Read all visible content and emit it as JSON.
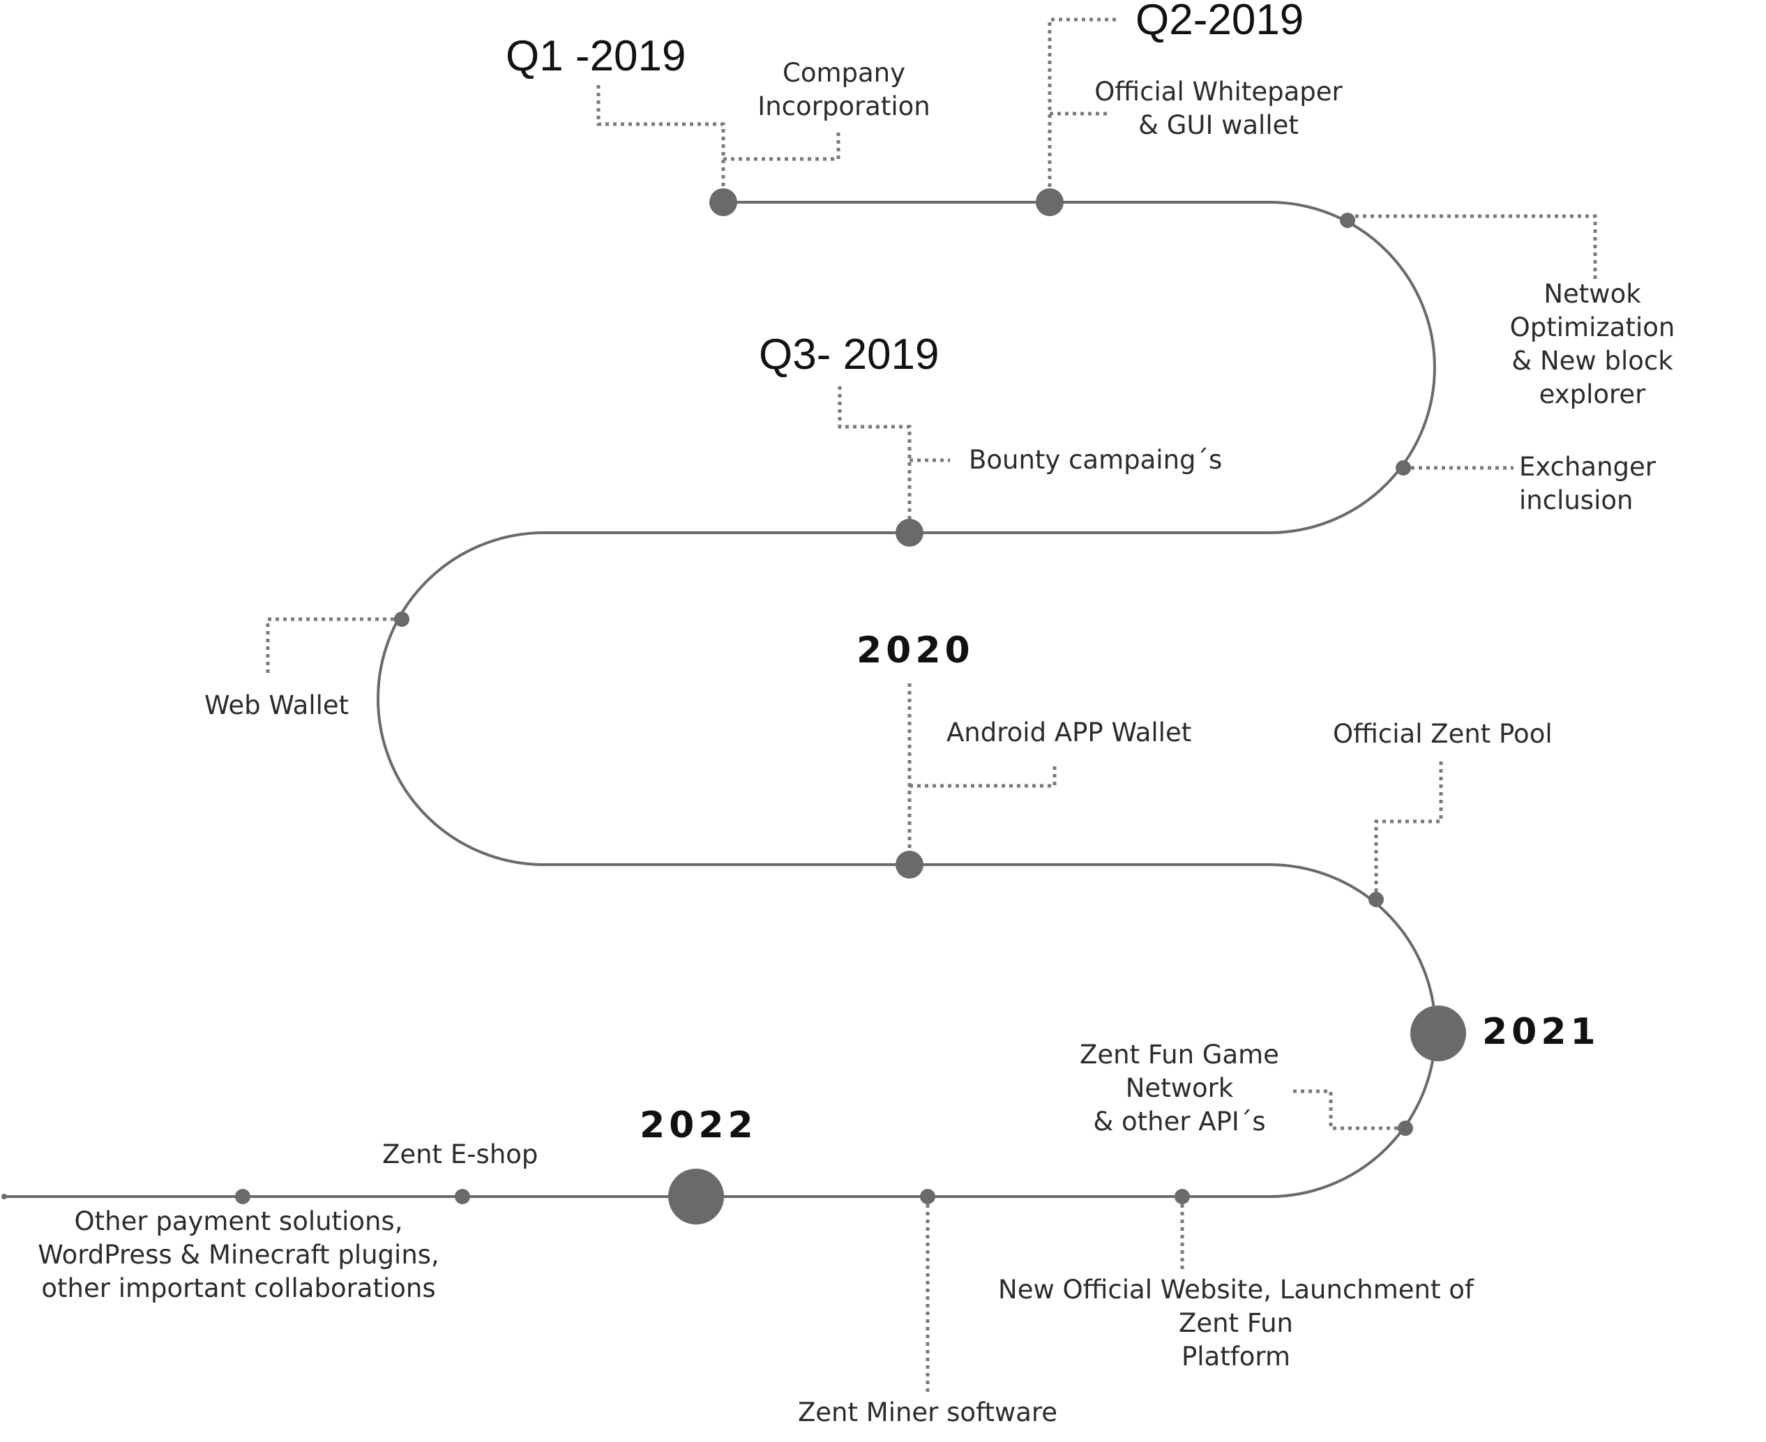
{
  "colors": {
    "path": "#6a6a6a",
    "node": "#6a6a6a",
    "connector": "#7a7a7a",
    "text": "#2b2b2b"
  },
  "headings": {
    "q1_2019": "Q1 -2019",
    "q2_2019": "Q2-2019",
    "q3_2019": "Q3- 2019",
    "y2020": "2020",
    "y2021": "2021",
    "y2022": "2022"
  },
  "milestones": {
    "company_incorporation": "Company\nIncorporation",
    "whitepaper_gui": "Official Whitepaper\n& GUI wallet",
    "network_optimization": "Netwok Optimization\n& New block explorer",
    "exchanger_inclusion": "Exchanger inclusion",
    "bounty": "Bounty campaing´s",
    "web_wallet": "Web Wallet",
    "android_wallet": "Android APP Wallet",
    "zent_pool": "Official Zent Pool",
    "fun_game": "Zent Fun Game\nNetwork\n& other API´s",
    "website": "New Official Website, Launchment of Zent Fun\nPlatform",
    "miner": "Zent Miner software",
    "eshop": "Zent E-shop",
    "payments": "Other payment solutions,\nWordPress & Minecraft plugins,\nother important collaborations"
  }
}
